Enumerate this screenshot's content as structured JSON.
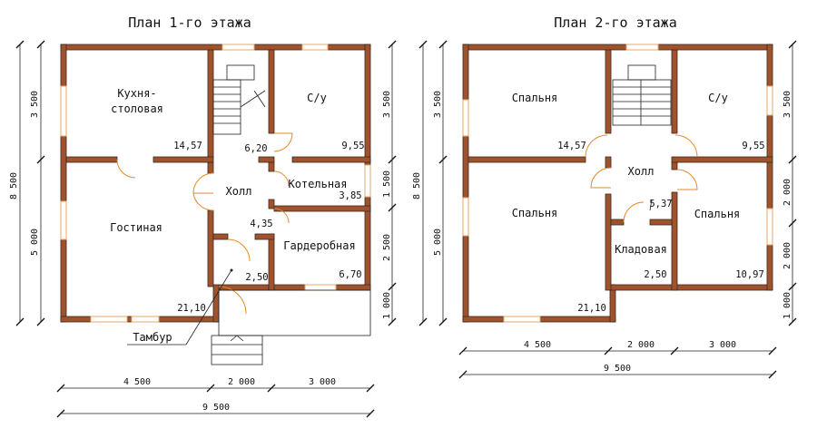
{
  "floor1": {
    "title": "План 1-го этажа",
    "rooms": {
      "kitchen_line1": "Кухня-",
      "kitchen_line2": "столовая",
      "kitchen_area": "14,57",
      "bath": "С/у",
      "bath_area": "9,55",
      "stair_area": "6,20",
      "hall": "Холл",
      "hall_area": "4,35",
      "boiler": "Котельная",
      "boiler_area": "3,85",
      "living": "Гостиная",
      "living_area": "21,10",
      "wardrobe": "Гардеробная",
      "wardrobe_area": "6,70",
      "vestibule_area": "2,50",
      "vestibule_label": "Тамбур"
    },
    "dims_h": [
      "4 500",
      "2 000",
      "3 000"
    ],
    "dim_total_h": "9 500",
    "dims_v_right": [
      "3 500",
      "1 500",
      "2 500",
      "1 000"
    ],
    "dims_v_left": [
      "3 500",
      "5 000"
    ],
    "dim_total_v": "8 500"
  },
  "floor2": {
    "title": "План 2-го этажа",
    "rooms": {
      "bedroom1": "Спальня",
      "bedroom1_area": "14,57",
      "bath": "С/у",
      "bath_area": "9,55",
      "hall": "Холл",
      "hall_area": "5,37",
      "bedroom2": "Спальня",
      "bedroom2_area": "21,10",
      "bedroom3": "Спальня",
      "bedroom3_area": "10,97",
      "storage": "Кладовая",
      "storage_area": "2,50"
    },
    "dims_h": [
      "4 500",
      "2 000",
      "3 000"
    ],
    "dim_total_h": "9 500",
    "dims_v_right": [
      "3 500",
      "2 000",
      "2 000",
      "1 000"
    ],
    "dims_v_left": [
      "3 500",
      "5 000"
    ],
    "dim_total_v": "8 500"
  },
  "colors": {
    "wall": "#a0522d",
    "window": "#e6a86a",
    "door_swing": "#e58b2c",
    "text": "#111111"
  }
}
